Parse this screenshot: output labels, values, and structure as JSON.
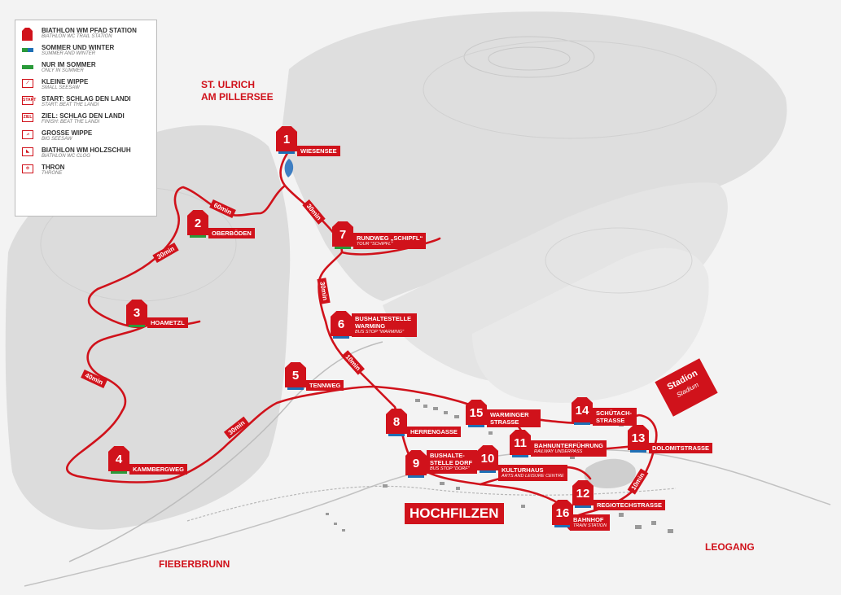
{
  "legend": {
    "items": [
      {
        "title": "BIATHLON WM PFAD STATION",
        "sub": "BIATHLON WC TRAIL STATION",
        "symbol": "station-icon"
      },
      {
        "title": "SOMMER UND WINTER",
        "sub": "SUMMER AND WINTER",
        "symbol": "summer-winter-bar-icon"
      },
      {
        "title": "NUR IM SOMMER",
        "sub": "ONLY IN SUMMER",
        "symbol": "summer-only-bar-icon"
      },
      {
        "title": "KLEINE WIPPE",
        "sub": "SMALL SEESAW",
        "symbol": "small-seesaw-icon"
      },
      {
        "title": "START: SCHLAG DEN LANDI",
        "sub": "START: BEAT THE LANDI",
        "symbol": "start-icon",
        "glyph": "START"
      },
      {
        "title": "ZIEL: SCHLAG DEN LANDI",
        "sub": "FINISH: BEAT THE LANDI",
        "symbol": "finish-icon",
        "glyph": "ZIEL"
      },
      {
        "title": "GROSSE WIPPE",
        "sub": "BIG SEESAW",
        "symbol": "big-seesaw-icon"
      },
      {
        "title": "BIATHLON WM HOLZSCHUH",
        "sub": "BIATHLON WC CLOG",
        "symbol": "clog-icon"
      },
      {
        "title": "THRON",
        "sub": "THRONE",
        "symbol": "throne-icon"
      }
    ]
  },
  "places": {
    "st_ulrich_1": "ST. ULRICH",
    "st_ulrich_2": "AM PILLERSEE",
    "fieberbrunn": "FIEBERBRUNN",
    "leogang": "LEOGANG",
    "hochfilzen": "HOCHFILZEN"
  },
  "stadion": {
    "title": "Stadion",
    "sub": "Stadium"
  },
  "stations": [
    {
      "num": "1",
      "label": "WIESENSEE",
      "sub": ""
    },
    {
      "num": "2",
      "label": "OBERBÖDEN",
      "sub": ""
    },
    {
      "num": "3",
      "label": "HOAMETZL",
      "sub": ""
    },
    {
      "num": "4",
      "label": "KAMMBERGWEG",
      "sub": ""
    },
    {
      "num": "5",
      "label": "TENNWEG",
      "sub": ""
    },
    {
      "num": "6",
      "label": "BUSHALTESTELLE WARMING",
      "sub": "BUS STOP \"WARMING\""
    },
    {
      "num": "7",
      "label": "RUNDWEG „SCHIPFL“",
      "sub": "TOUR \"SCHIPFL\""
    },
    {
      "num": "8",
      "label": "HERRENGASSE",
      "sub": ""
    },
    {
      "num": "9",
      "label": "BUSHALTE-STELLE DORF",
      "sub": "BUS STOP \"DORF\""
    },
    {
      "num": "10",
      "label": "KULTURHAUS",
      "sub": "ARTS AND LEISURE CENTRE"
    },
    {
      "num": "11",
      "label": "BAHNUNTERFÜHRUNG",
      "sub": "RAILWAY UNDERPASS"
    },
    {
      "num": "12",
      "label": "REGIOTECHSTRASSE",
      "sub": ""
    },
    {
      "num": "13",
      "label": "DOLOMITSTRASSE",
      "sub": ""
    },
    {
      "num": "14",
      "label": "SCHÜTACH-STRASSE",
      "sub": ""
    },
    {
      "num": "15",
      "label": "WARMINGER STRASSE",
      "sub": ""
    },
    {
      "num": "16",
      "label": "BAHNHOF",
      "sub": "TRAIN STATION"
    }
  ],
  "times": [
    "60min",
    "30min",
    "40min",
    "30min",
    "30min",
    "30min",
    "10min",
    "10min"
  ],
  "colors": {
    "route": "#d0121b",
    "summer_winter": "#1e6fb5",
    "summer_only": "#2a9a3a",
    "terrain": "#dcdcdc"
  }
}
